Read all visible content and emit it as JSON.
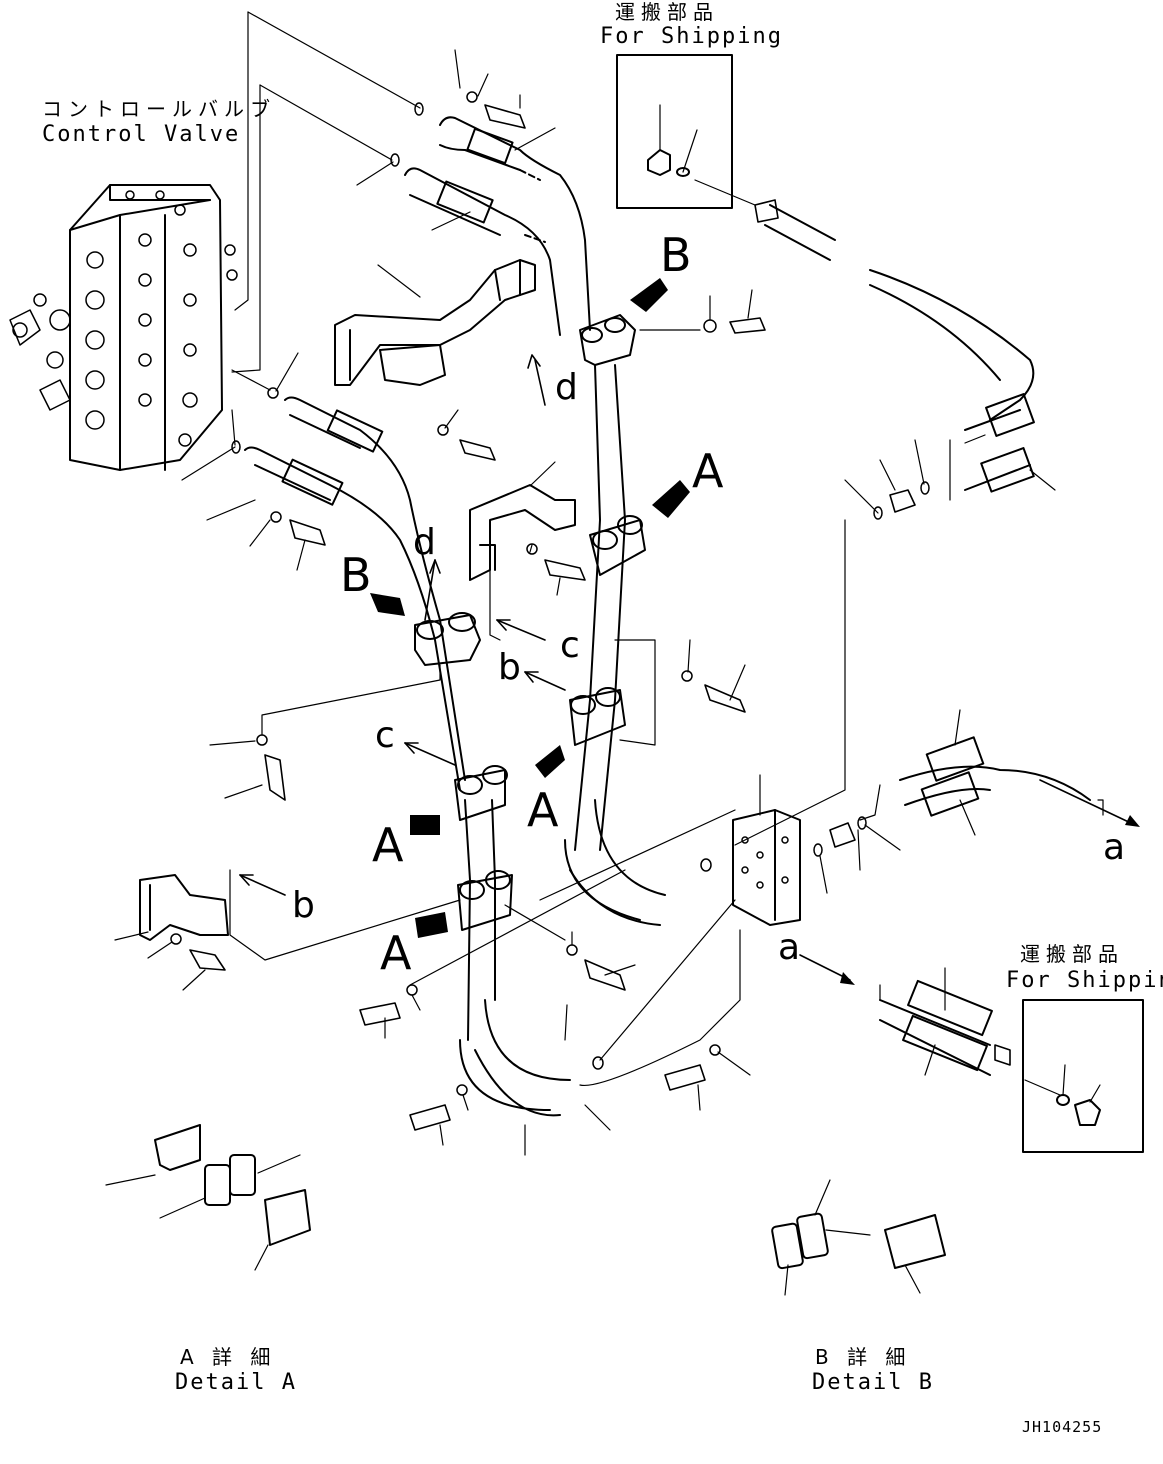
{
  "labels": {
    "control_valve_jp": "コントロールバルブ",
    "control_valve_en": "Control Valve",
    "shipping_top_jp": "運搬部品",
    "shipping_top_en": "For Shipping",
    "shipping_right_jp": "運搬部品",
    "shipping_right_en": "For Shipping",
    "detail_a_jp": "A 詳 細",
    "detail_a_en": "Detail A",
    "detail_b_jp": "B 詳 細",
    "detail_b_en": "Detail B",
    "drawing_code": "JH104255"
  },
  "callouts": {
    "A1": "A",
    "A2": "A",
    "A3": "A",
    "A4": "A",
    "B1": "B",
    "B2": "B",
    "a1": "a",
    "a2": "a",
    "b1": "b",
    "b2": "b",
    "c1": "c",
    "c2": "c",
    "d1": "d",
    "d2": "d"
  }
}
